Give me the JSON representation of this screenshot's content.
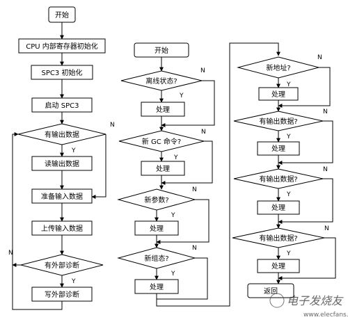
{
  "col1": {
    "start": "开始",
    "cpu_init": "CPU 内部寄存器初始化",
    "spc3_init": "SPC3 初始化",
    "spc3_start": "启动 SPC3",
    "has_output": "有输出数据",
    "read_output": "读输出数据",
    "prepare_input": "准备输入数据",
    "upload_input": "上传输入数据",
    "has_ext_diag": "有外部诊断",
    "write_ext_diag": "写外部诊断"
  },
  "col2": {
    "start": "开始",
    "offline": "离线状态?",
    "process1": "处理",
    "new_gc": "新 GC 命令?",
    "process2": "处理",
    "new_param": "新参数?",
    "process3": "处理",
    "new_config": "新组态?",
    "process4": "处理"
  },
  "col3": {
    "new_addr": "新地址?",
    "process1": "处理",
    "has_output1": "有输出数据?",
    "process2": "处理",
    "has_output2": "有输出数据?",
    "process3": "处理",
    "has_output3": "有输出数据?",
    "process4": "处理",
    "return": "返回"
  },
  "labels": {
    "yes": "Y",
    "no": "N"
  },
  "watermark": {
    "cn": "电子发烧友",
    "url": "www.elecfans.com"
  }
}
